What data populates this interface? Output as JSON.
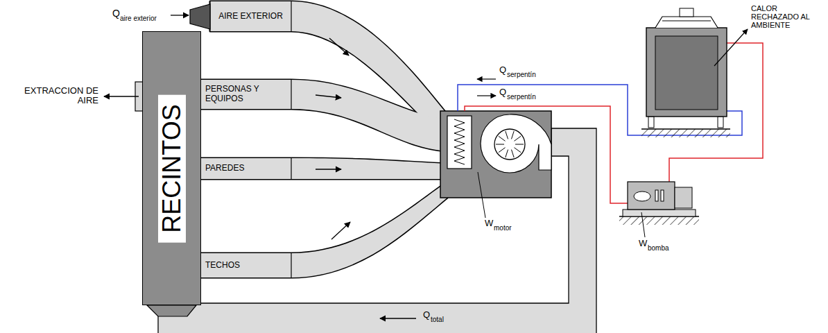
{
  "diagram": {
    "nodes": [
      {
        "text": [
          "RECINTOS"
        ]
      },
      {
        "text": [
          "AIRE EXTERIOR"
        ]
      },
      {
        "text": [
          "PERSONAS Y EQUIPOS"
        ]
      },
      {
        "text": [
          "PAREDES"
        ]
      },
      {
        "text": [
          "TECHOS"
        ]
      }
    ],
    "labels": [
      "Q",
      "aire exterior",
      "EXTRACCION DE AIRE",
      "Q",
      "serpentín",
      "Q",
      "serpentín",
      "W",
      "motor",
      "CALOR RECHAZADO AL AMBIENTE",
      "W",
      "bomba",
      "Q",
      "total"
    ]
  }
}
